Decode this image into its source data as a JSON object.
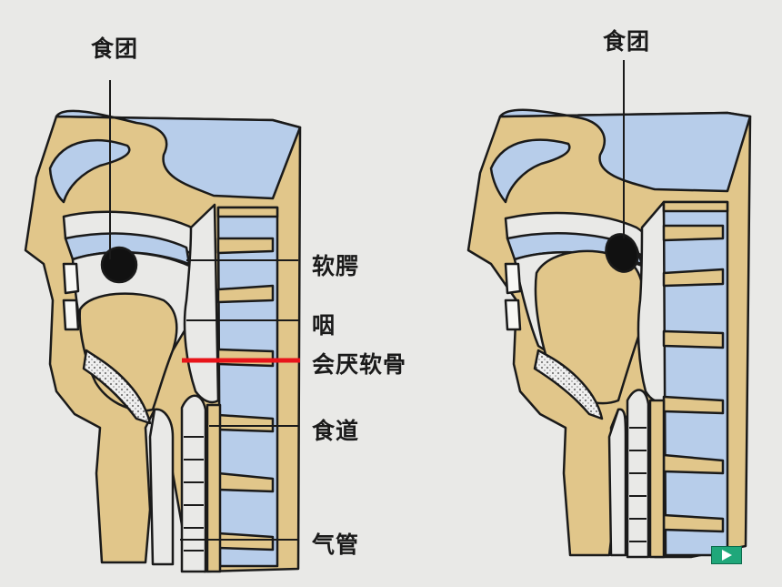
{
  "left_diagram": {
    "labels": {
      "bolus": "食团",
      "soft_palate": "软腭",
      "pharynx": "咽",
      "epiglottis": "会厌软骨",
      "esophagus": "食道",
      "trachea": "气管"
    }
  },
  "right_diagram": {
    "labels": {
      "bolus": "食团"
    }
  },
  "colors": {
    "tissue": "#e1c68a",
    "blue": "#b7cdea",
    "outline": "#1a1a1a",
    "highlight": "#e8141a",
    "button": "#1fa77a"
  },
  "icons": {
    "next": "play-triangle-icon"
  }
}
